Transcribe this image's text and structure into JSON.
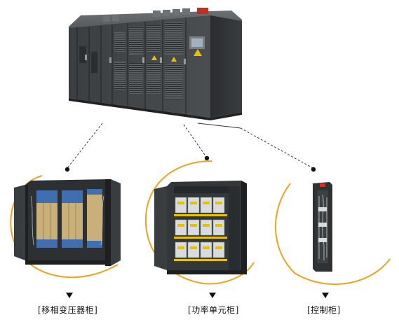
{
  "captions": {
    "transformer_cabinet": "[移相变压器柜]",
    "power_unit_cabinet": "[功率单元柜]",
    "control_cabinet": "[控制柜]"
  },
  "colors": {
    "arc": "#F0A020",
    "cabinet_dark": "#3a3d40",
    "cabinet_mid": "#4d5154",
    "transformer_blue": "#3f6fb0",
    "transformer_copper": "#c9b07a",
    "unit_yellow": "#e6c100",
    "warning_red": "#d03020"
  }
}
